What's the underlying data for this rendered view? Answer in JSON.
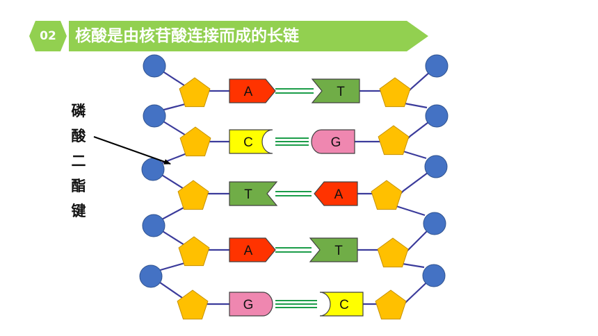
{
  "header": {
    "number": "02",
    "title": "核酸是由核苷酸连接而成的长链",
    "colors": {
      "banner": "#92d050",
      "badge": "#92d050"
    }
  },
  "label": {
    "chars": [
      "磷",
      "酸",
      "二",
      "酯",
      "键"
    ]
  },
  "colors": {
    "phosphate": "#4472c4",
    "sugar": "#ffc000",
    "backbone": "#3b3b9b",
    "hbond": "#1a9c48",
    "A": "#ff3300",
    "T": "#70ad47",
    "C": "#ffff00",
    "G": "#ef87b0"
  },
  "pairs": [
    {
      "left": "A",
      "right": "T"
    },
    {
      "left": "C",
      "right": "G"
    },
    {
      "left": "T",
      "right": "A"
    },
    {
      "left": "A",
      "right": "T"
    },
    {
      "left": "G",
      "right": "C"
    }
  ]
}
